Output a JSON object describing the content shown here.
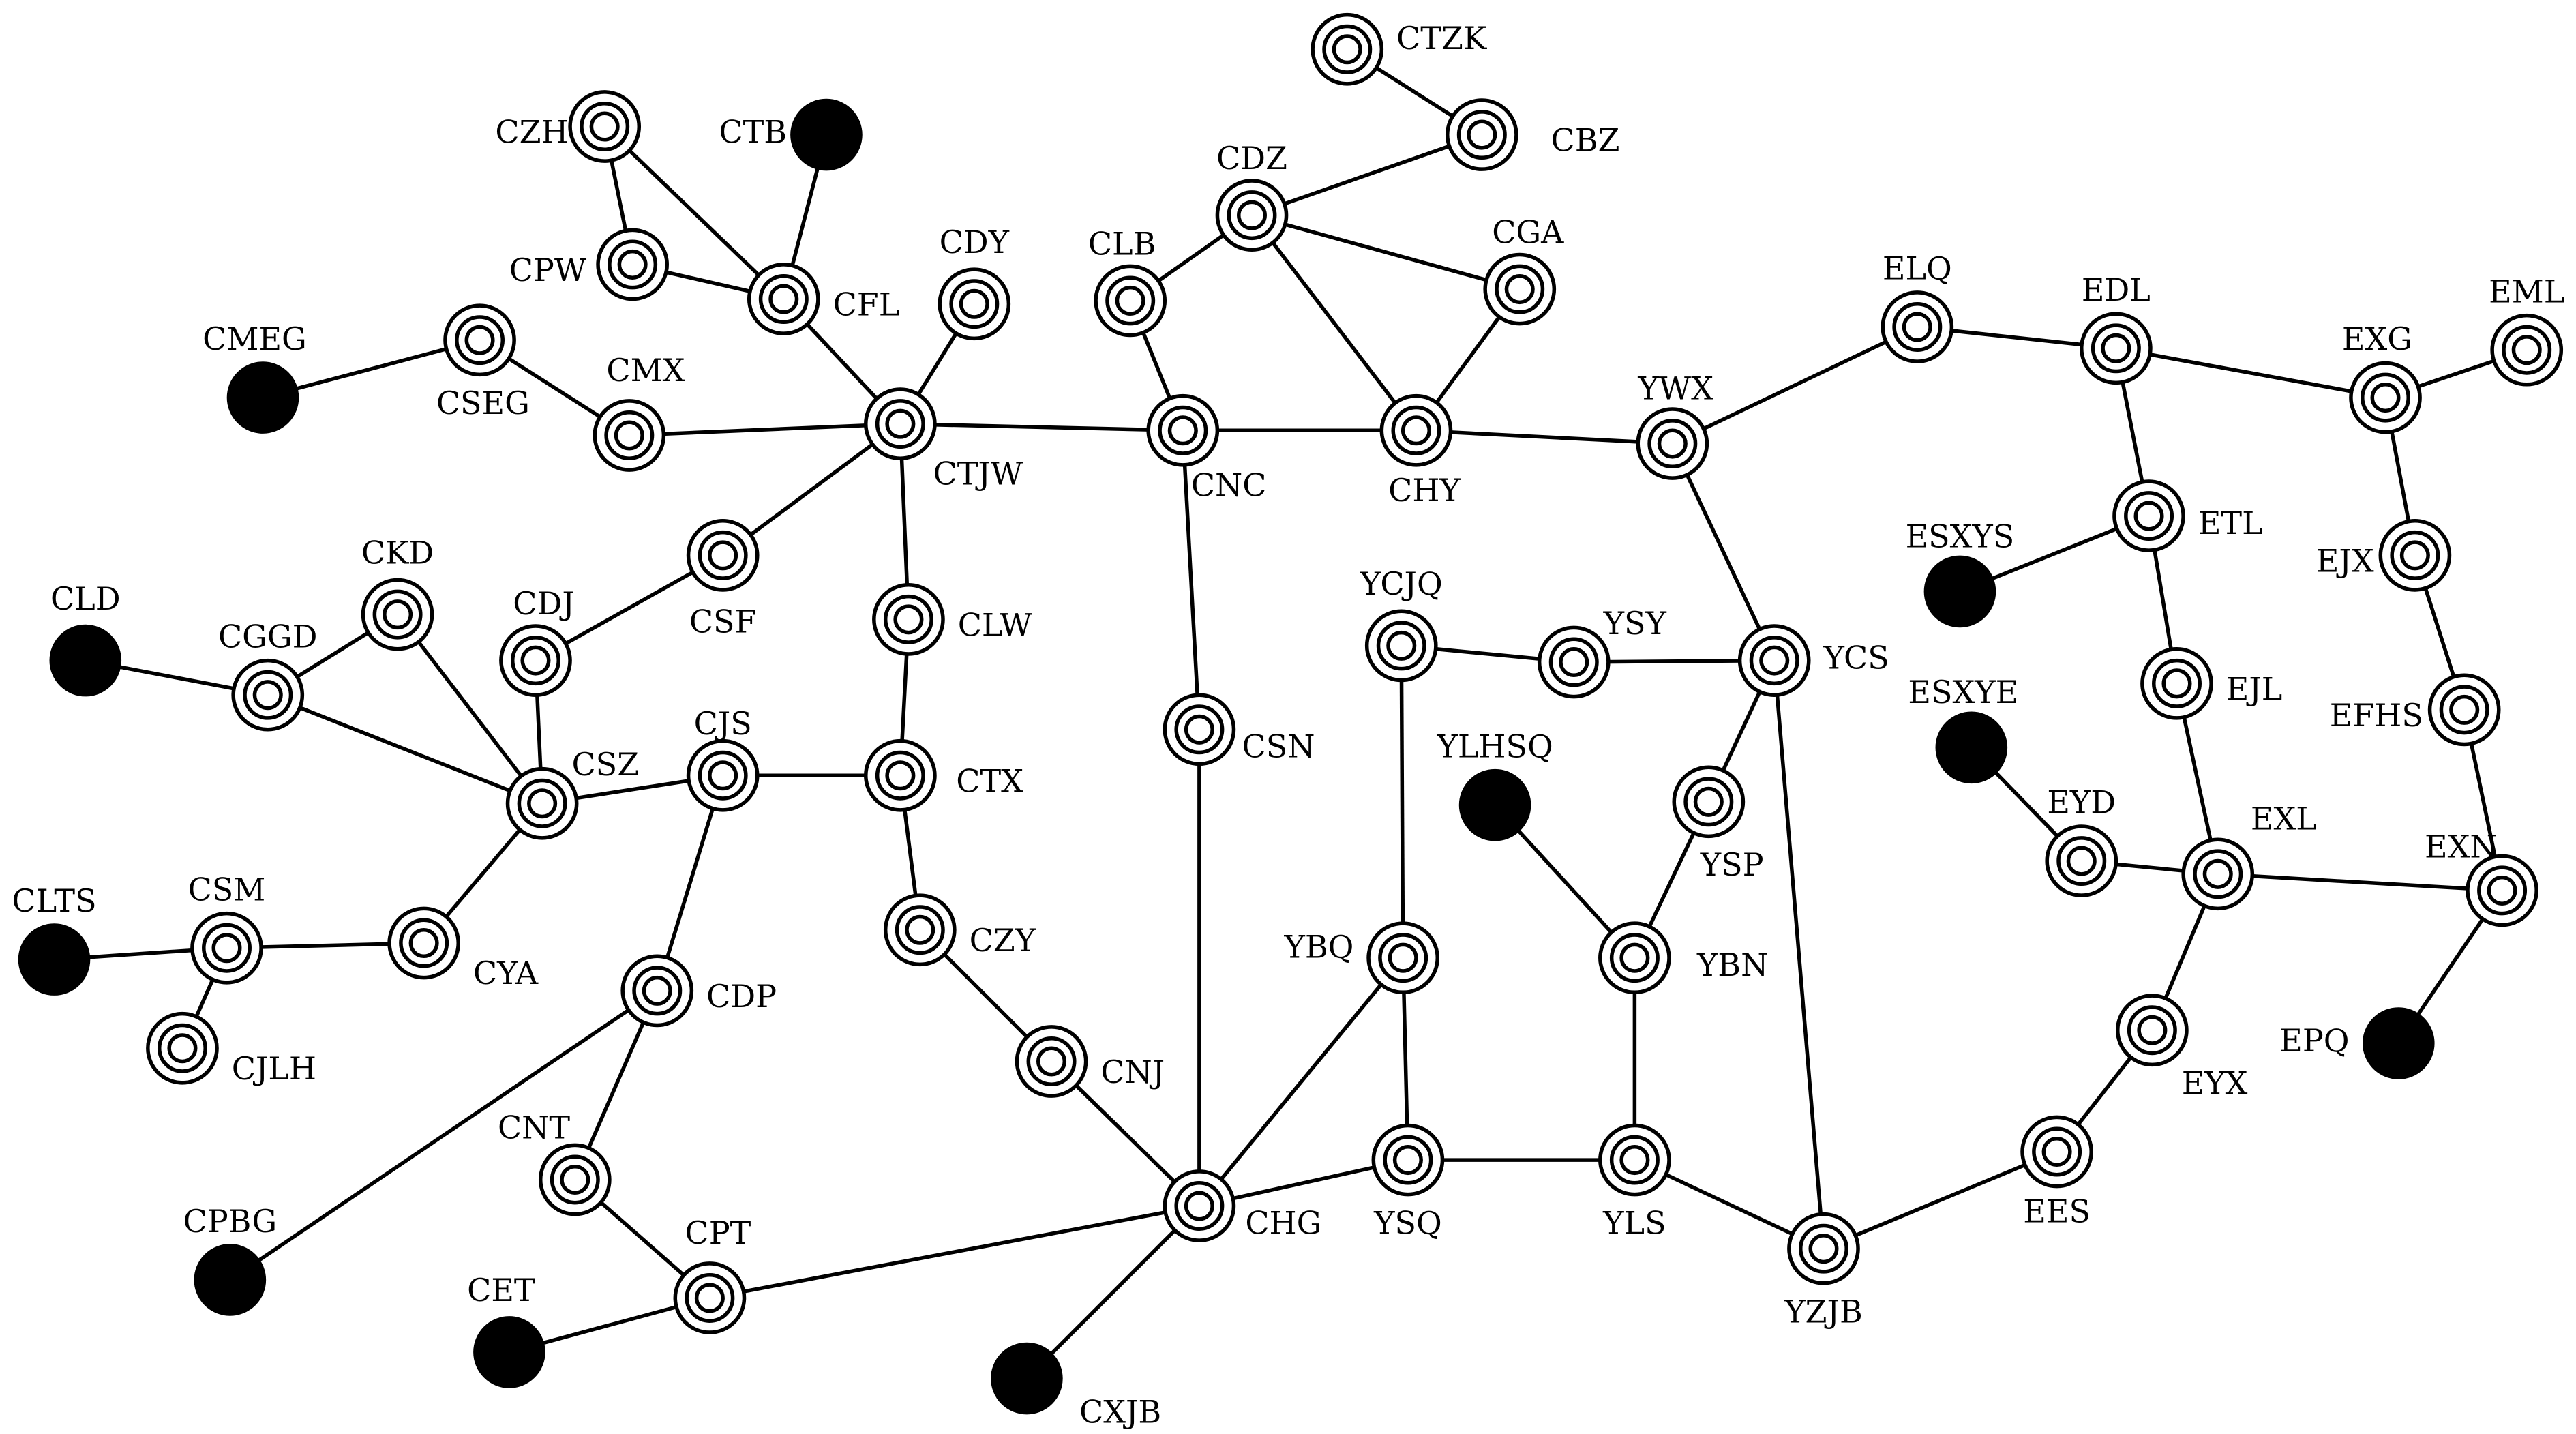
{
  "graph": {
    "colors": {
      "line": "#000000",
      "background": "#ffffff",
      "terminal_fill": "#000000"
    },
    "node_types": {
      "ring": "double-ring-icon",
      "terminal": "solid-dot-icon"
    },
    "nodes": [
      {
        "id": "CTZK",
        "label": "CTZK",
        "type": "ring"
      },
      {
        "id": "CBZ",
        "label": "CBZ",
        "type": "ring"
      },
      {
        "id": "CDZ",
        "label": "CDZ",
        "type": "ring"
      },
      {
        "id": "CGA",
        "label": "CGA",
        "type": "ring"
      },
      {
        "id": "CLB",
        "label": "CLB",
        "type": "ring"
      },
      {
        "id": "CNC",
        "label": "CNC",
        "type": "ring"
      },
      {
        "id": "CHY",
        "label": "CHY",
        "type": "ring"
      },
      {
        "id": "CZH",
        "label": "CZH",
        "type": "ring"
      },
      {
        "id": "CTB",
        "label": "CTB",
        "type": "terminal"
      },
      {
        "id": "CPW",
        "label": "CPW",
        "type": "ring"
      },
      {
        "id": "CFL",
        "label": "CFL",
        "type": "ring"
      },
      {
        "id": "CDY",
        "label": "CDY",
        "type": "ring"
      },
      {
        "id": "CMEG",
        "label": "CMEG",
        "type": "terminal"
      },
      {
        "id": "CSEG",
        "label": "CSEG",
        "type": "ring"
      },
      {
        "id": "CMX",
        "label": "CMX",
        "type": "ring"
      },
      {
        "id": "CTJW",
        "label": "CTJW",
        "type": "ring"
      },
      {
        "id": "CSF",
        "label": "CSF",
        "type": "ring"
      },
      {
        "id": "CDJ",
        "label": "CDJ",
        "type": "ring"
      },
      {
        "id": "CKD",
        "label": "CKD",
        "type": "ring"
      },
      {
        "id": "CLD",
        "label": "CLD",
        "type": "terminal"
      },
      {
        "id": "CGGD",
        "label": "CGGD",
        "type": "ring"
      },
      {
        "id": "CSZ",
        "label": "CSZ",
        "type": "ring"
      },
      {
        "id": "CJS",
        "label": "CJS",
        "type": "ring"
      },
      {
        "id": "CLW",
        "label": "CLW",
        "type": "ring"
      },
      {
        "id": "CTX",
        "label": "CTX",
        "type": "ring"
      },
      {
        "id": "CLTS",
        "label": "CLTS",
        "type": "terminal"
      },
      {
        "id": "CSM",
        "label": "CSM",
        "type": "ring"
      },
      {
        "id": "CJLH",
        "label": "CJLH",
        "type": "ring"
      },
      {
        "id": "CYA",
        "label": "CYA",
        "type": "ring"
      },
      {
        "id": "CZY",
        "label": "CZY",
        "type": "ring"
      },
      {
        "id": "CDP",
        "label": "CDP",
        "type": "ring"
      },
      {
        "id": "CNJ",
        "label": "CNJ",
        "type": "ring"
      },
      {
        "id": "CNT",
        "label": "CNT",
        "type": "ring"
      },
      {
        "id": "CPBG",
        "label": "CPBG",
        "type": "terminal"
      },
      {
        "id": "CPT",
        "label": "CPT",
        "type": "ring"
      },
      {
        "id": "CET",
        "label": "CET",
        "type": "terminal"
      },
      {
        "id": "CHG",
        "label": "CHG",
        "type": "ring"
      },
      {
        "id": "CXJB",
        "label": "CXJB",
        "type": "terminal"
      },
      {
        "id": "CSN",
        "label": "CSN",
        "type": "ring"
      },
      {
        "id": "YWX",
        "label": "YWX",
        "type": "ring"
      },
      {
        "id": "YCJQ",
        "label": "YCJQ",
        "type": "ring"
      },
      {
        "id": "YSY",
        "label": "YSY",
        "type": "ring"
      },
      {
        "id": "YCS",
        "label": "YCS",
        "type": "ring"
      },
      {
        "id": "YLHSQ",
        "label": "YLHSQ",
        "type": "terminal"
      },
      {
        "id": "YSP",
        "label": "YSP",
        "type": "ring"
      },
      {
        "id": "YBQ",
        "label": "YBQ",
        "type": "ring"
      },
      {
        "id": "YBN",
        "label": "YBN",
        "type": "ring"
      },
      {
        "id": "YSQ",
        "label": "YSQ",
        "type": "ring"
      },
      {
        "id": "YLS",
        "label": "YLS",
        "type": "ring"
      },
      {
        "id": "YZJB",
        "label": "YZJB",
        "type": "ring"
      },
      {
        "id": "ELQ",
        "label": "ELQ",
        "type": "ring"
      },
      {
        "id": "EDL",
        "label": "EDL",
        "type": "ring"
      },
      {
        "id": "EXG",
        "label": "EXG",
        "type": "ring"
      },
      {
        "id": "EML",
        "label": "EML",
        "type": "ring"
      },
      {
        "id": "ESXYS",
        "label": "ESXYS",
        "type": "terminal"
      },
      {
        "id": "ETL",
        "label": "ETL",
        "type": "ring"
      },
      {
        "id": "EJX",
        "label": "EJX",
        "type": "ring"
      },
      {
        "id": "EJL",
        "label": "EJL",
        "type": "ring"
      },
      {
        "id": "EFHS",
        "label": "EFHS",
        "type": "ring"
      },
      {
        "id": "ESXYE",
        "label": "ESXYE",
        "type": "terminal"
      },
      {
        "id": "EYD",
        "label": "EYD",
        "type": "ring"
      },
      {
        "id": "EXL",
        "label": "EXL",
        "type": "ring"
      },
      {
        "id": "EXN",
        "label": "EXN",
        "type": "ring"
      },
      {
        "id": "EPQ",
        "label": "EPQ",
        "type": "terminal"
      },
      {
        "id": "EYX",
        "label": "EYX",
        "type": "ring"
      },
      {
        "id": "EES",
        "label": "EES",
        "type": "ring"
      }
    ],
    "edges": [
      [
        "CTZK",
        "CBZ"
      ],
      [
        "CBZ",
        "CDZ"
      ],
      [
        "CDZ",
        "CLB"
      ],
      [
        "CDZ",
        "CGA"
      ],
      [
        "CDZ",
        "CHY"
      ],
      [
        "CGA",
        "CHY"
      ],
      [
        "CLB",
        "CNC"
      ],
      [
        "CNC",
        "CHY"
      ],
      [
        "CHY",
        "YWX"
      ],
      [
        "CTJW",
        "CNC"
      ],
      [
        "CZH",
        "CPW"
      ],
      [
        "CZH",
        "CFL"
      ],
      [
        "CPW",
        "CFL"
      ],
      [
        "CTB",
        "CFL"
      ],
      [
        "CFL",
        "CTJW"
      ],
      [
        "CDY",
        "CTJW"
      ],
      [
        "CMEG",
        "CSEG"
      ],
      [
        "CSEG",
        "CMX"
      ],
      [
        "CMX",
        "CTJW"
      ],
      [
        "CTJW",
        "CSF"
      ],
      [
        "CTJW",
        "CLW"
      ],
      [
        "CSF",
        "CDJ"
      ],
      [
        "CDJ",
        "CSZ"
      ],
      [
        "CKD",
        "CGGD"
      ],
      [
        "CKD",
        "CSZ"
      ],
      [
        "CLD",
        "CGGD"
      ],
      [
        "CGGD",
        "CSZ"
      ],
      [
        "CSZ",
        "CJS"
      ],
      [
        "CSZ",
        "CYA"
      ],
      [
        "CJS",
        "CTX"
      ],
      [
        "CLW",
        "CTX"
      ],
      [
        "CTX",
        "CZY"
      ],
      [
        "CZY",
        "CNJ"
      ],
      [
        "CNJ",
        "CHG"
      ],
      [
        "CLTS",
        "CSM"
      ],
      [
        "CSM",
        "CYA"
      ],
      [
        "CSM",
        "CJLH"
      ],
      [
        "CJS",
        "CDP"
      ],
      [
        "CDP",
        "CPBG"
      ],
      [
        "CDP",
        "CNT"
      ],
      [
        "CNT",
        "CPT"
      ],
      [
        "CET",
        "CPT"
      ],
      [
        "CPT",
        "CHG"
      ],
      [
        "CHG",
        "CXJB"
      ],
      [
        "CNC",
        "CSN"
      ],
      [
        "CSN",
        "CHG"
      ],
      [
        "CHG",
        "YBQ"
      ],
      [
        "CHG",
        "YSQ"
      ],
      [
        "YCJQ",
        "YSY"
      ],
      [
        "YSY",
        "YCS"
      ],
      [
        "YCJQ",
        "YBQ"
      ],
      [
        "YBQ",
        "YSQ"
      ],
      [
        "YSQ",
        "YLS"
      ],
      [
        "YWX",
        "YCS"
      ],
      [
        "YCS",
        "YSP"
      ],
      [
        "YSP",
        "YBN"
      ],
      [
        "YLHSQ",
        "YBN"
      ],
      [
        "YBN",
        "YLS"
      ],
      [
        "YCS",
        "YZJB"
      ],
      [
        "YLS",
        "YZJB"
      ],
      [
        "YWX",
        "ELQ"
      ],
      [
        "ELQ",
        "EDL"
      ],
      [
        "EDL",
        "EXG"
      ],
      [
        "EXG",
        "EML"
      ],
      [
        "EDL",
        "ETL"
      ],
      [
        "ESXYS",
        "ETL"
      ],
      [
        "ETL",
        "EJL"
      ],
      [
        "EJL",
        "EXL"
      ],
      [
        "EXG",
        "EJX"
      ],
      [
        "EJX",
        "EFHS"
      ],
      [
        "EFHS",
        "EXN"
      ],
      [
        "ESXYE",
        "EYD"
      ],
      [
        "EYD",
        "EXL"
      ],
      [
        "EXL",
        "EXN"
      ],
      [
        "EXN",
        "EPQ"
      ],
      [
        "EXL",
        "EYX"
      ],
      [
        "EYX",
        "EES"
      ],
      [
        "EES",
        "YZJB"
      ]
    ]
  }
}
